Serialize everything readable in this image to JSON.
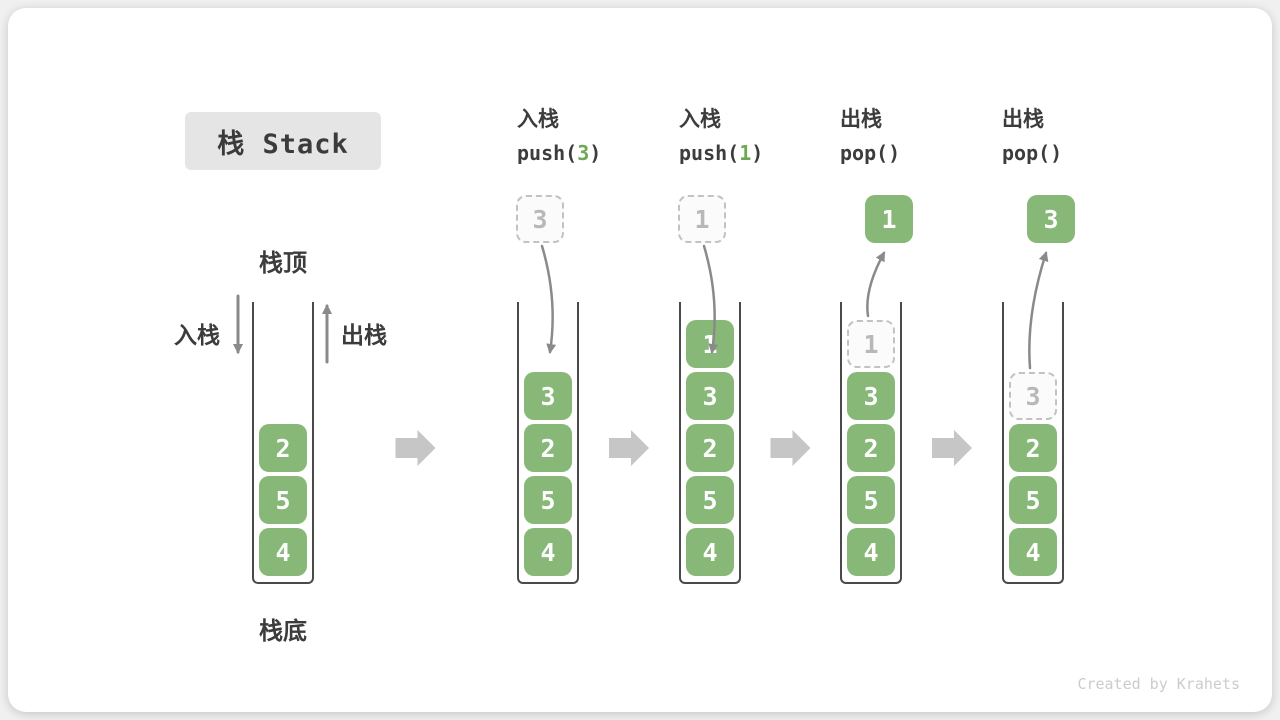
{
  "title": "栈 Stack",
  "labels": {
    "stack_top": "栈顶",
    "stack_bottom": "栈底",
    "push": "入栈",
    "pop": "出栈"
  },
  "watermark": "Created by Krahets",
  "colors": {
    "cell_green": "#87b877",
    "code_arg_green": "#6ca954",
    "arrow_gray": "#8a8a8a",
    "block_arrow_gray": "#c6c6c6",
    "ghost_border": "#c2c2c2",
    "ghost_text": "#b8b8b8",
    "text_dark": "#3c3c3c"
  },
  "columns": [
    {
      "id": "initial",
      "header": null,
      "cells": [
        {
          "value": "2",
          "ghost": false
        },
        {
          "value": "5",
          "ghost": false
        },
        {
          "value": "4",
          "ghost": false
        }
      ],
      "float": null
    },
    {
      "id": "push-3",
      "header": {
        "label": "入栈",
        "code_prefix": "push(",
        "code_arg": "3",
        "code_suffix": ")"
      },
      "cells": [
        {
          "value": "3",
          "ghost": false
        },
        {
          "value": "2",
          "ghost": false
        },
        {
          "value": "5",
          "ghost": false
        },
        {
          "value": "4",
          "ghost": false
        }
      ],
      "float": {
        "value": "3",
        "style": "ghost",
        "direction": "in"
      }
    },
    {
      "id": "push-1",
      "header": {
        "label": "入栈",
        "code_prefix": "push(",
        "code_arg": "1",
        "code_suffix": ")"
      },
      "cells": [
        {
          "value": "1",
          "ghost": false
        },
        {
          "value": "3",
          "ghost": false
        },
        {
          "value": "2",
          "ghost": false
        },
        {
          "value": "5",
          "ghost": false
        },
        {
          "value": "4",
          "ghost": false
        }
      ],
      "float": {
        "value": "1",
        "style": "ghost",
        "direction": "in"
      }
    },
    {
      "id": "pop-1",
      "header": {
        "label": "出栈",
        "code_prefix": "pop(",
        "code_arg": "",
        "code_suffix": ")"
      },
      "cells": [
        {
          "value": "1",
          "ghost": true
        },
        {
          "value": "3",
          "ghost": false
        },
        {
          "value": "2",
          "ghost": false
        },
        {
          "value": "5",
          "ghost": false
        },
        {
          "value": "4",
          "ghost": false
        }
      ],
      "float": {
        "value": "1",
        "style": "solid",
        "direction": "out"
      }
    },
    {
      "id": "pop-3",
      "header": {
        "label": "出栈",
        "code_prefix": "pop(",
        "code_arg": "",
        "code_suffix": ")"
      },
      "cells": [
        {
          "value": "3",
          "ghost": true
        },
        {
          "value": "2",
          "ghost": false
        },
        {
          "value": "5",
          "ghost": false
        },
        {
          "value": "4",
          "ghost": false
        }
      ],
      "float": {
        "value": "3",
        "style": "solid",
        "direction": "out"
      }
    }
  ]
}
